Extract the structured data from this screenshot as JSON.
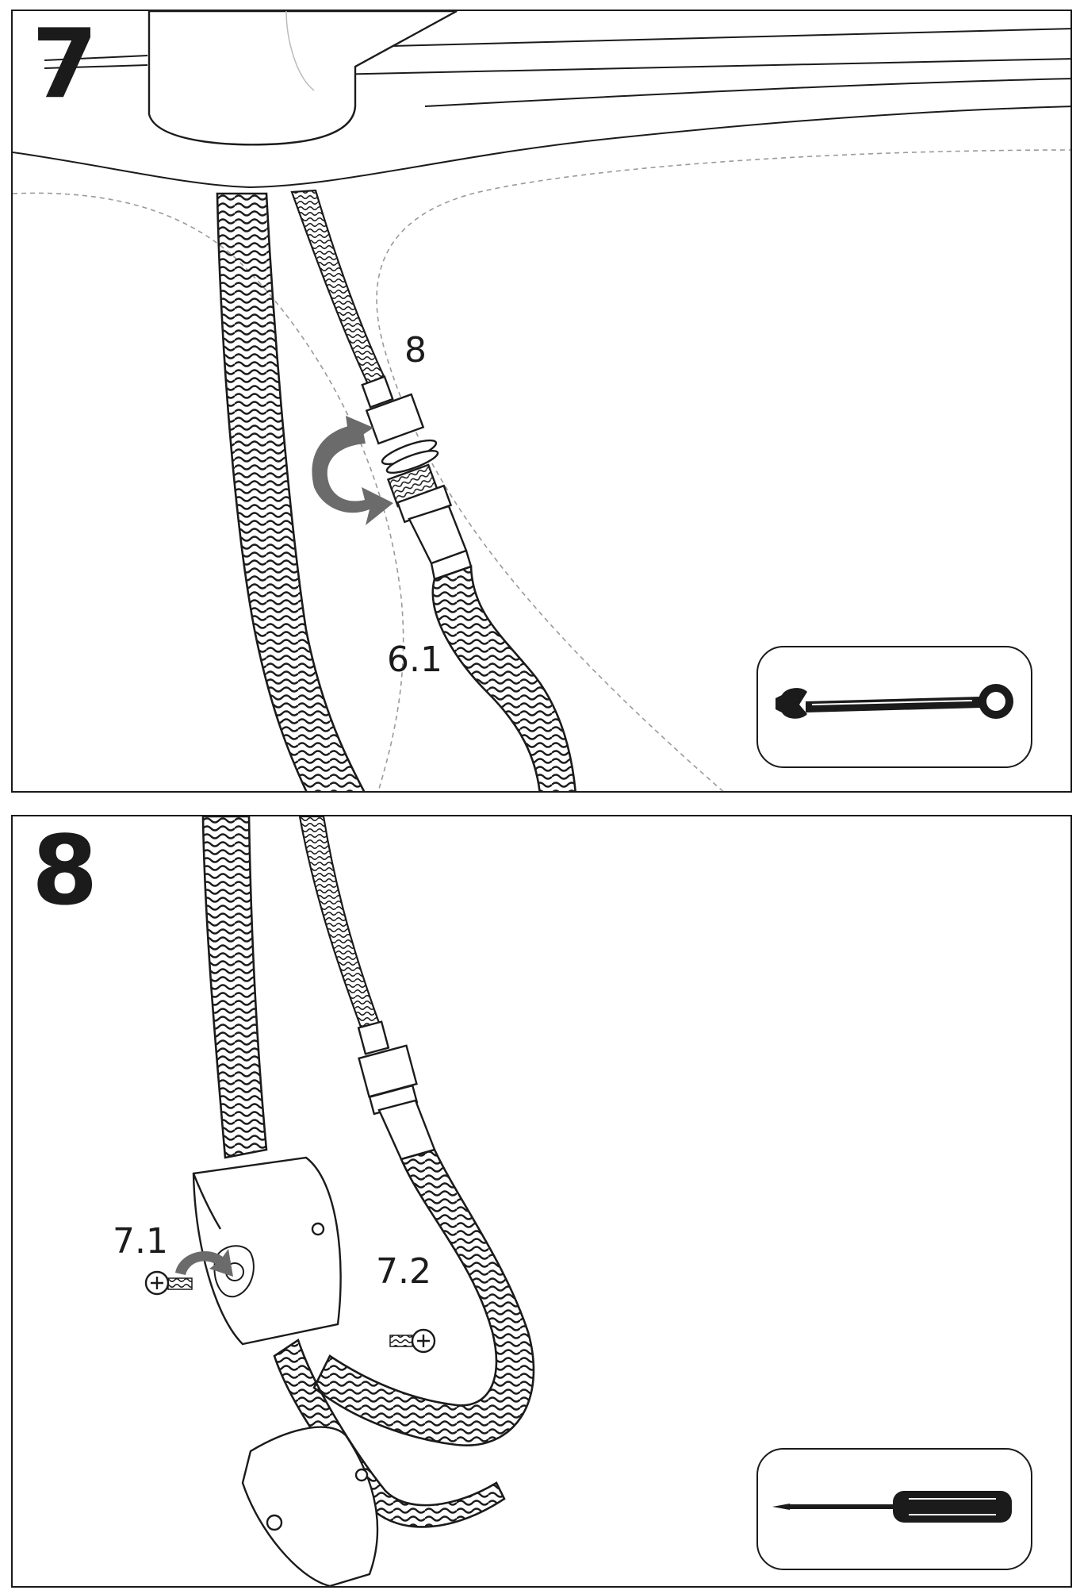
{
  "steps": [
    {
      "number": "7",
      "labels": {
        "nut": "8",
        "hose": "6.1"
      },
      "tool": "wrench-icon"
    },
    {
      "number": "8",
      "labels": {
        "screw_left": "7.1",
        "screw_right": "7.2"
      },
      "tool": "screwdriver-icon"
    }
  ],
  "colors": {
    "line": "#1b1b1b",
    "arrow": "#6b6b6b",
    "dash": "#9a9a9a"
  }
}
